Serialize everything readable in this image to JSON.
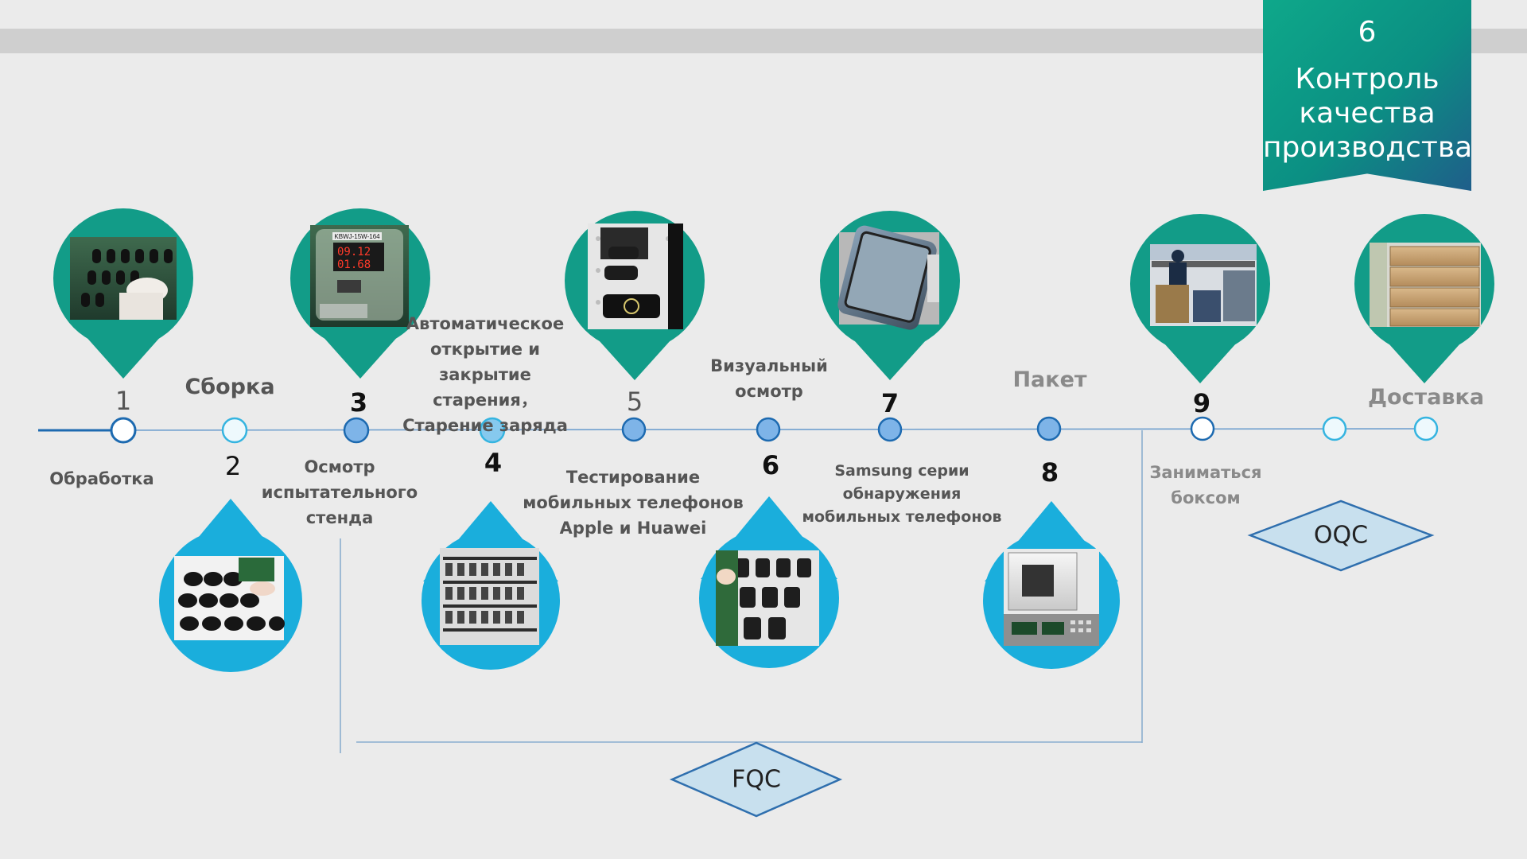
{
  "banner": {
    "number": "6",
    "title": "Контроль качества производства"
  },
  "colors": {
    "teal": "#129c88",
    "blue": "#1aaedc",
    "axis": "#1d6ab0",
    "node_dark": "#7fb3e6",
    "node_light": "#eaf6fb"
  },
  "steps": {
    "s1": {
      "num": "1",
      "label": "Обработка",
      "icon": "photo-hand-sorting-parts"
    },
    "s2": {
      "num": "2",
      "label": "Сборка",
      "icon": "photo-assembly-line"
    },
    "s3": {
      "num": "3",
      "label": "Осмотр испытательного стенда",
      "icon": "photo-test-bench-display"
    },
    "s3_display": "KBWJ-15W-164",
    "s4": {
      "num": "4",
      "label": "Автоматическое открытие и закрытие старения， Старение заряда",
      "icon": "photo-aging-racks"
    },
    "s5": {
      "num": "5",
      "label": "Тестирование мобильных телефонов Apple и Huawei",
      "icon": "photo-wireless-chargers"
    },
    "s6": {
      "num": "6",
      "label": "Визуальный осмотр",
      "icon": "photo-visual-inspection"
    },
    "s7": {
      "num": "7",
      "label": "Samsung серии обнаружения мобильных телефонов",
      "icon": "photo-phone-testing"
    },
    "s8": {
      "num": "8",
      "label": "Пакет",
      "icon": "photo-package-scale"
    },
    "s9": {
      "num": "9",
      "label": "Заниматься боксом",
      "icon": "photo-boxing-workers"
    },
    "s10": {
      "label": "Доставка",
      "icon": "photo-warehouse-boxes"
    }
  },
  "fqc": "FQC",
  "oqc": "OQC"
}
